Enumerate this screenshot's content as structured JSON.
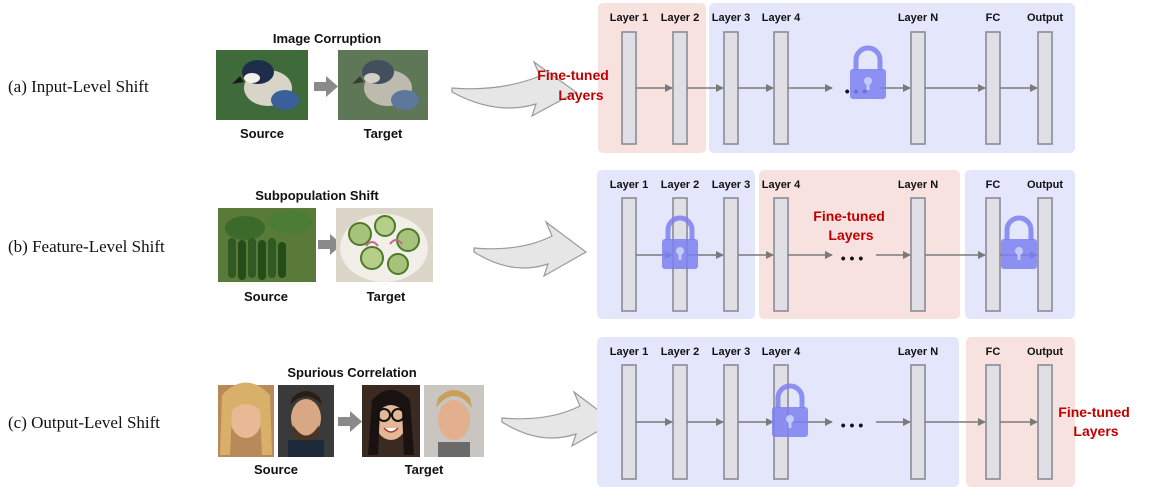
{
  "rows": [
    {
      "label": "(a) Input-Level Shift",
      "shift_title": "Image Corruption",
      "source_label": "Source",
      "target_label": "Target",
      "finetuned_label": [
        "Fine-tuned",
        "Layers"
      ],
      "finetuned_region": "early layers"
    },
    {
      "label": "(b) Feature-Level Shift",
      "shift_title": "Subpopulation Shift",
      "source_label": "Source",
      "target_label": "Target",
      "finetuned_label": [
        "Fine-tuned",
        "Layers"
      ],
      "finetuned_region": "middle layers"
    },
    {
      "label": "(c) Output-Level Shift",
      "shift_title": "Spurious Correlation",
      "source_label": "Source",
      "target_label": "Target",
      "finetuned_label": [
        "Fine-tuned",
        "Layers"
      ],
      "finetuned_region": "output layers"
    }
  ],
  "layer_labels": [
    "Layer 1",
    "Layer 2",
    "Layer 3",
    "Layer 4",
    "Layer N",
    "FC",
    "Output"
  ],
  "ellipsis": "• • •",
  "colors": {
    "frozen_bg": "#e4e6fb",
    "finetuned_bg": "#f8e2e0",
    "finetuned_text": "#c00000",
    "lock": "#7b80f0",
    "layer_fill": "#e0dfe6",
    "layer_stroke": "#8a8a96",
    "arrow": "#7a7a7a",
    "big_arrow_fill": "#e6e6e6",
    "big_arrow_stroke": "#9a9a9a"
  },
  "icons": {
    "lock": "lock-icon",
    "big_arrow": "curved-arrow-icon",
    "small_arrow": "right-arrow-icon"
  }
}
